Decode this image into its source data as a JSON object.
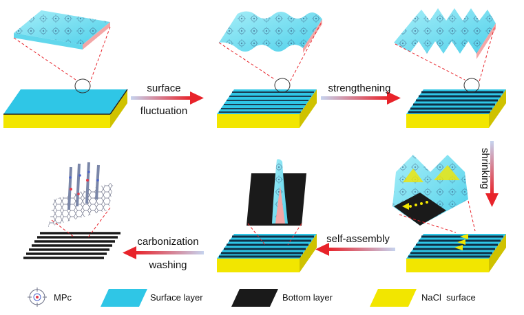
{
  "steps": {
    "step1": {
      "line1": "surface",
      "line2": "fluctuation"
    },
    "step2": {
      "line1": "strengthening"
    },
    "step3": {
      "line1": "shrinking"
    },
    "step4": {
      "line1": "self-assembly"
    },
    "step5": {
      "line1": "carbonization",
      "line2": "washing"
    }
  },
  "legend": {
    "mpc": "MPc",
    "surface_layer": "Surface layer",
    "bottom_layer": "Bottom layer",
    "nacl": "NaCl  surface"
  },
  "colors": {
    "surface": "#2fc6e6",
    "surface_light": "#7fe3f3",
    "bottom": "#1a1a1a",
    "nacl": "#f2e600",
    "nacl_dark": "#cfc200",
    "pink": "#f3a6a6",
    "arrow_red": "#e8232a",
    "arrow_blue": "#b9c9e8"
  }
}
